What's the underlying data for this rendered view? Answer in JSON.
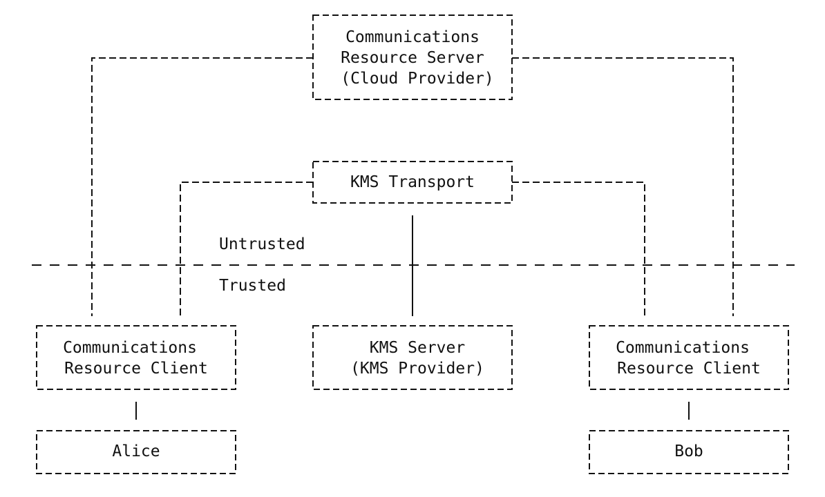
{
  "boxes": {
    "server": {
      "lines": [
        "Communications",
        "Resource Server",
        "(Cloud Provider)"
      ]
    },
    "transport": {
      "lines": [
        "KMS Transport"
      ]
    },
    "alice_client": {
      "lines": [
        "Communications",
        "Resource Client"
      ]
    },
    "kms_server": {
      "lines": [
        "KMS Server",
        "(KMS Provider)"
      ]
    },
    "bob_client": {
      "lines": [
        "Communications",
        "Resource Client"
      ]
    },
    "alice": {
      "lines": [
        "Alice"
      ]
    },
    "bob": {
      "lines": [
        "Bob"
      ]
    }
  },
  "zones": {
    "upper_label": "Untrusted",
    "lower_label": "Trusted"
  },
  "colors": {
    "ink": "#111111",
    "background": "#ffffff"
  }
}
